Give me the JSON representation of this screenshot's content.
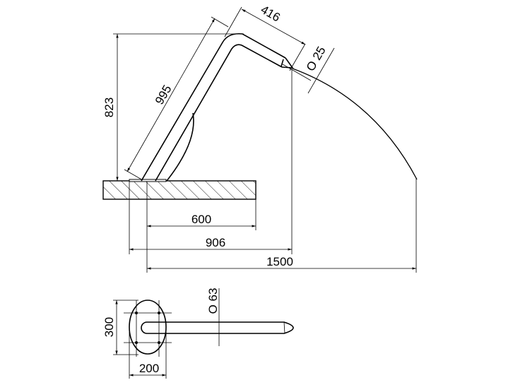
{
  "side_view": {
    "dimensions": {
      "height": "823",
      "pipe_length": "995",
      "spout_length": "416",
      "nozzle_diameter": "O 25",
      "offset_600": "600",
      "reach_906": "906",
      "throw_1500": "1500"
    }
  },
  "top_view": {
    "dimensions": {
      "base_height": "300",
      "base_width": "200",
      "pipe_diameter": "O 63"
    }
  }
}
